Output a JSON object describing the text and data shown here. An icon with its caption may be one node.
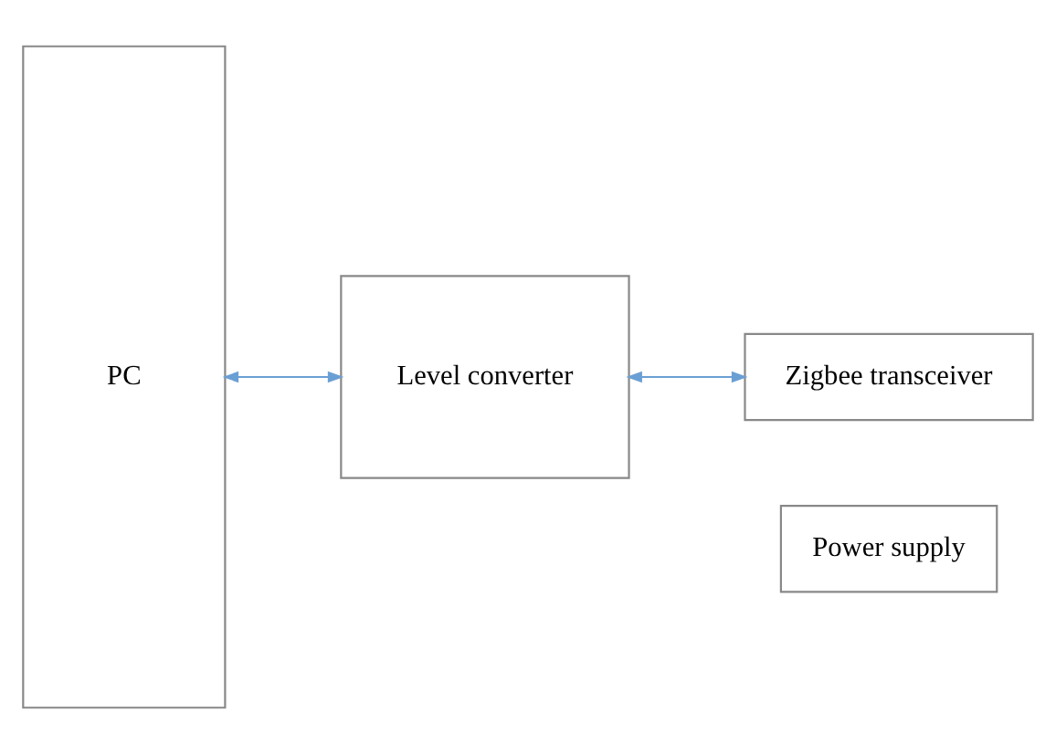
{
  "diagram": {
    "nodes": [
      {
        "text": [
          "PC"
        ]
      },
      {
        "text": [
          "Level converter"
        ]
      },
      {
        "text": [
          "Zigbee transceiver"
        ]
      },
      {
        "text": [
          "Power supply"
        ]
      }
    ],
    "edges": [
      {
        "from": 0,
        "to": 1,
        "arrow": "both"
      },
      {
        "from": 1,
        "to": 2,
        "arrow": "both"
      }
    ]
  }
}
